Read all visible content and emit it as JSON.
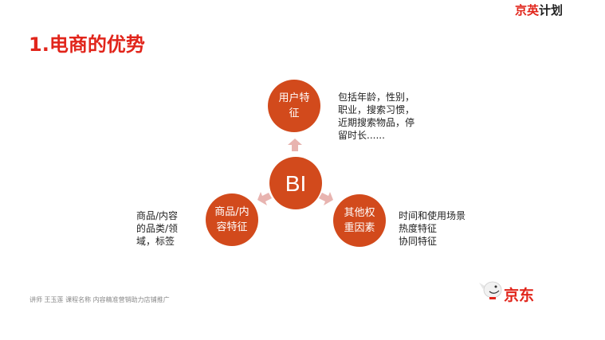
{
  "header": {
    "brand_part1": "京英",
    "brand_part2": "计划",
    "slide_title": "1.电商的优势"
  },
  "diagram": {
    "center": {
      "label": "BI"
    },
    "nodes": [
      {
        "label": "用户特\n征",
        "description": "包括年龄，性别，\n职业，搜索习惯，\n近期搜索物品，停\n留时长......"
      },
      {
        "label": "商品/内\n容特征",
        "description": "商品/内容\n的品类/领\n域，标签"
      },
      {
        "label": "其他权\n重因素",
        "description": "时间和使用场景\n热度特征\n协同特征"
      }
    ],
    "colors": {
      "circle": "#d24a1c",
      "arrow": "#e8b4b0"
    }
  },
  "footer": {
    "text": "讲师 王玉莲 课程名称 内容精准营销助力店铺推广",
    "logo_text": "京东"
  }
}
